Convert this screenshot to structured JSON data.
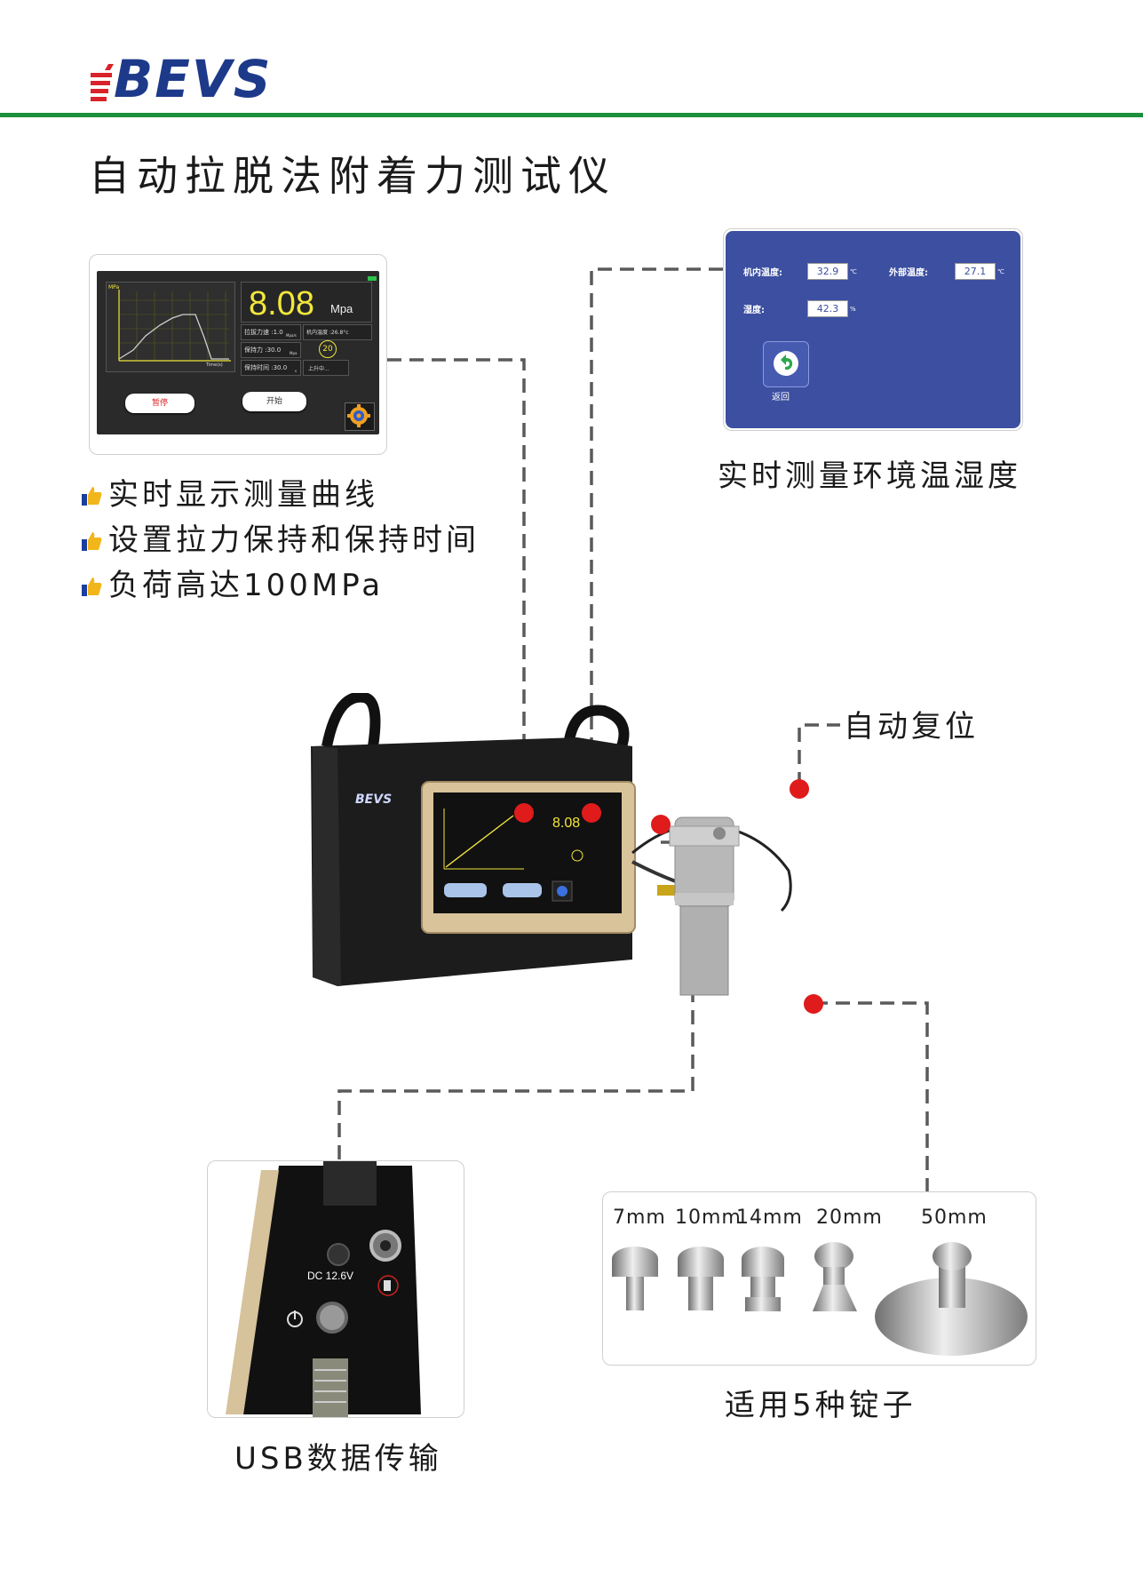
{
  "brand": {
    "logo_text": "BEVS"
  },
  "title": "自动拉脱法附着力测试仪",
  "screen1": {
    "value": "8.08",
    "unit": "Mpa",
    "rows": [
      {
        "label": "拉拔力速 :1.0",
        "unit": "Mpa/s"
      },
      {
        "label": "保持力 :30.0",
        "unit": "Mpa"
      },
      {
        "label": "保持时间 :30.0",
        "unit": "s"
      }
    ],
    "internal_temp": "机内温度 :26.8°c",
    "counter": "20",
    "status": "上升中...",
    "pause_button": "暂停",
    "start_button": "开始",
    "axis_y": "MPa",
    "axis_x": "Time(s)"
  },
  "screen2": {
    "internal_temp_label": "机内温度:",
    "internal_temp_value": "32.9",
    "external_temp_label": "外部温度:",
    "external_temp_value": "27.1",
    "humidity_label": "湿度:",
    "humidity_value": "42.3",
    "temp_unit": "℃",
    "humidity_unit": "%",
    "back_label": "返回"
  },
  "features": [
    "实时显示测量曲线",
    "设置拉力保持和保持时间",
    "负荷高达100MPa"
  ],
  "captions": {
    "env": "实时测量环境温湿度",
    "reset": "自动复位",
    "usb": "USB数据传输",
    "dollies": "适用5种锭子"
  },
  "device_screen": {
    "value": "8.08"
  },
  "usb_panel": {
    "dc_label": "DC 12.6V"
  },
  "dolly_sizes": [
    "7mm",
    "10mm",
    "14mm",
    "20mm",
    "50mm"
  ],
  "colors": {
    "brand_blue": "#1d3a8a",
    "accent_green": "#1b8f3a",
    "marker_red": "#e01b1b",
    "screen_yellow": "#f1e73c",
    "panel_blue": "#3c4fa0"
  }
}
